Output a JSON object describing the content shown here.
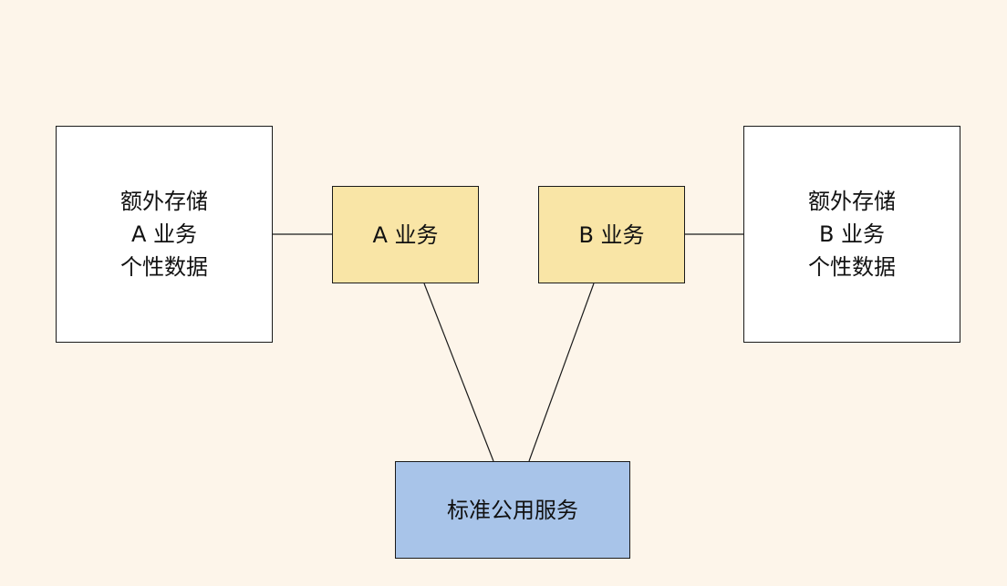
{
  "colors": {
    "background": "#fdf5ea",
    "storage_fill": "#ffffff",
    "business_fill": "#f9e5a6",
    "public_service_fill": "#a8c4e9",
    "stroke": "#1a1a1a"
  },
  "diagram": {
    "storage_a": {
      "lines": [
        "额外存储",
        "A 业务",
        "个性数据"
      ]
    },
    "service_a": {
      "label": "A 业务"
    },
    "service_b": {
      "label": "B 业务"
    },
    "storage_b": {
      "lines": [
        "额外存储",
        "B 业务",
        "个性数据"
      ]
    },
    "public_service": {
      "label": "标准公用服务"
    },
    "connections": [
      {
        "from": "storage_a",
        "to": "service_a"
      },
      {
        "from": "service_b",
        "to": "storage_b"
      },
      {
        "from": "service_a",
        "to": "public_service"
      },
      {
        "from": "service_b",
        "to": "public_service"
      }
    ]
  }
}
